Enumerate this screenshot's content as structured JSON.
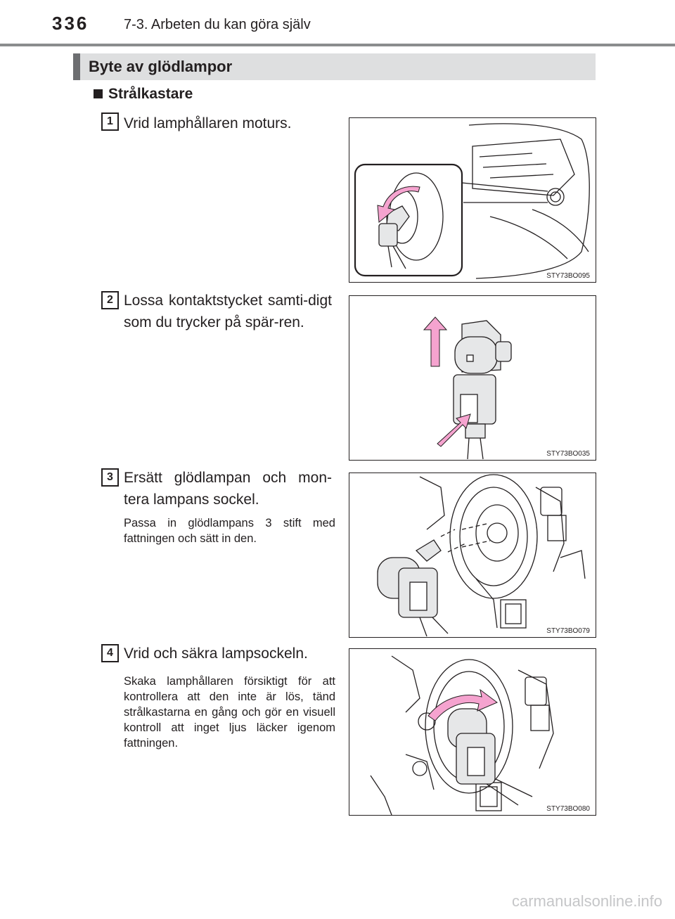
{
  "header": {
    "page_number": "336",
    "chapter": "7-3. Arbeten du kan göra själv"
  },
  "section": {
    "title": "Byte av glödlampor"
  },
  "subsection": {
    "title": "Strålkastare"
  },
  "steps": [
    {
      "number": "1",
      "text": "Vrid lamphållaren moturs.",
      "figure_code": "STY73BO095"
    },
    {
      "number": "2",
      "text": "Lossa kontaktstycket samti-digt som du trycker på spär-ren.",
      "figure_code": "STY73BO035"
    },
    {
      "number": "3",
      "text": "Ersätt glödlampan och mon-tera lampans sockel.",
      "note": "Passa in glödlampans 3 stift med fattningen och sätt in den.",
      "figure_code": "STY73BO079"
    },
    {
      "number": "4",
      "text": "Vrid och säkra lampsockeln.",
      "note": "Skaka lamphållaren försiktigt för att kontrollera att den inte är lös, tänd strålkastarna en gång och gör en visuell kontroll att inget ljus läcker igenom fattningen.",
      "figure_code": "STY73BO080"
    }
  ],
  "watermark": "carmanualsonline.info",
  "colors": {
    "arrow": "#f5a3cf",
    "header_rule": "#8b8d8e",
    "section_bar": "#dedfe0"
  }
}
